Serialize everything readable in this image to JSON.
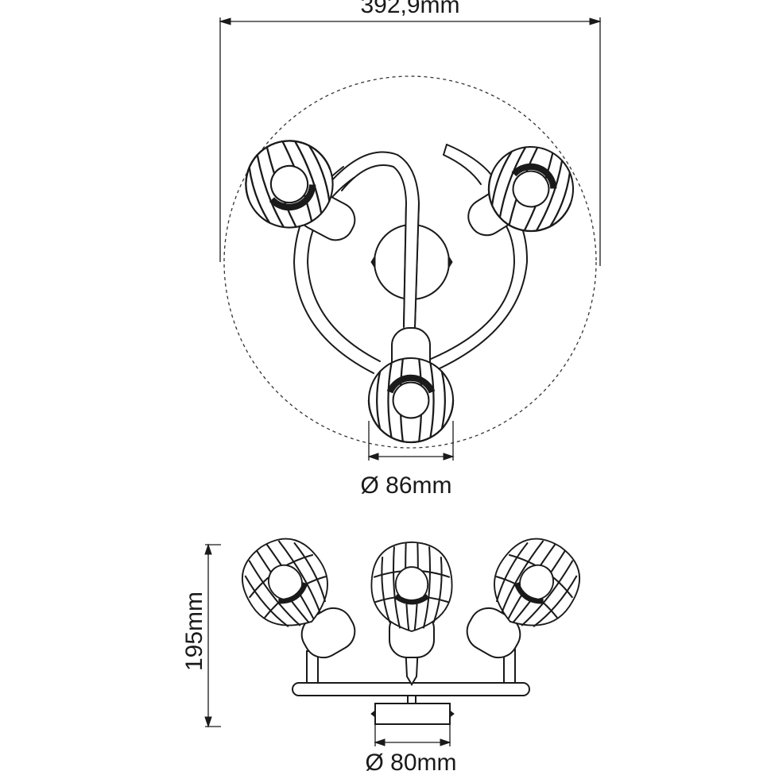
{
  "dimensions": {
    "overall_width": "392,9mm",
    "shade_diameter": "Ø 86mm",
    "height": "195mm",
    "base_diameter": "Ø 80mm"
  },
  "colors": {
    "line": "#1a1a1a",
    "background": "#ffffff"
  }
}
